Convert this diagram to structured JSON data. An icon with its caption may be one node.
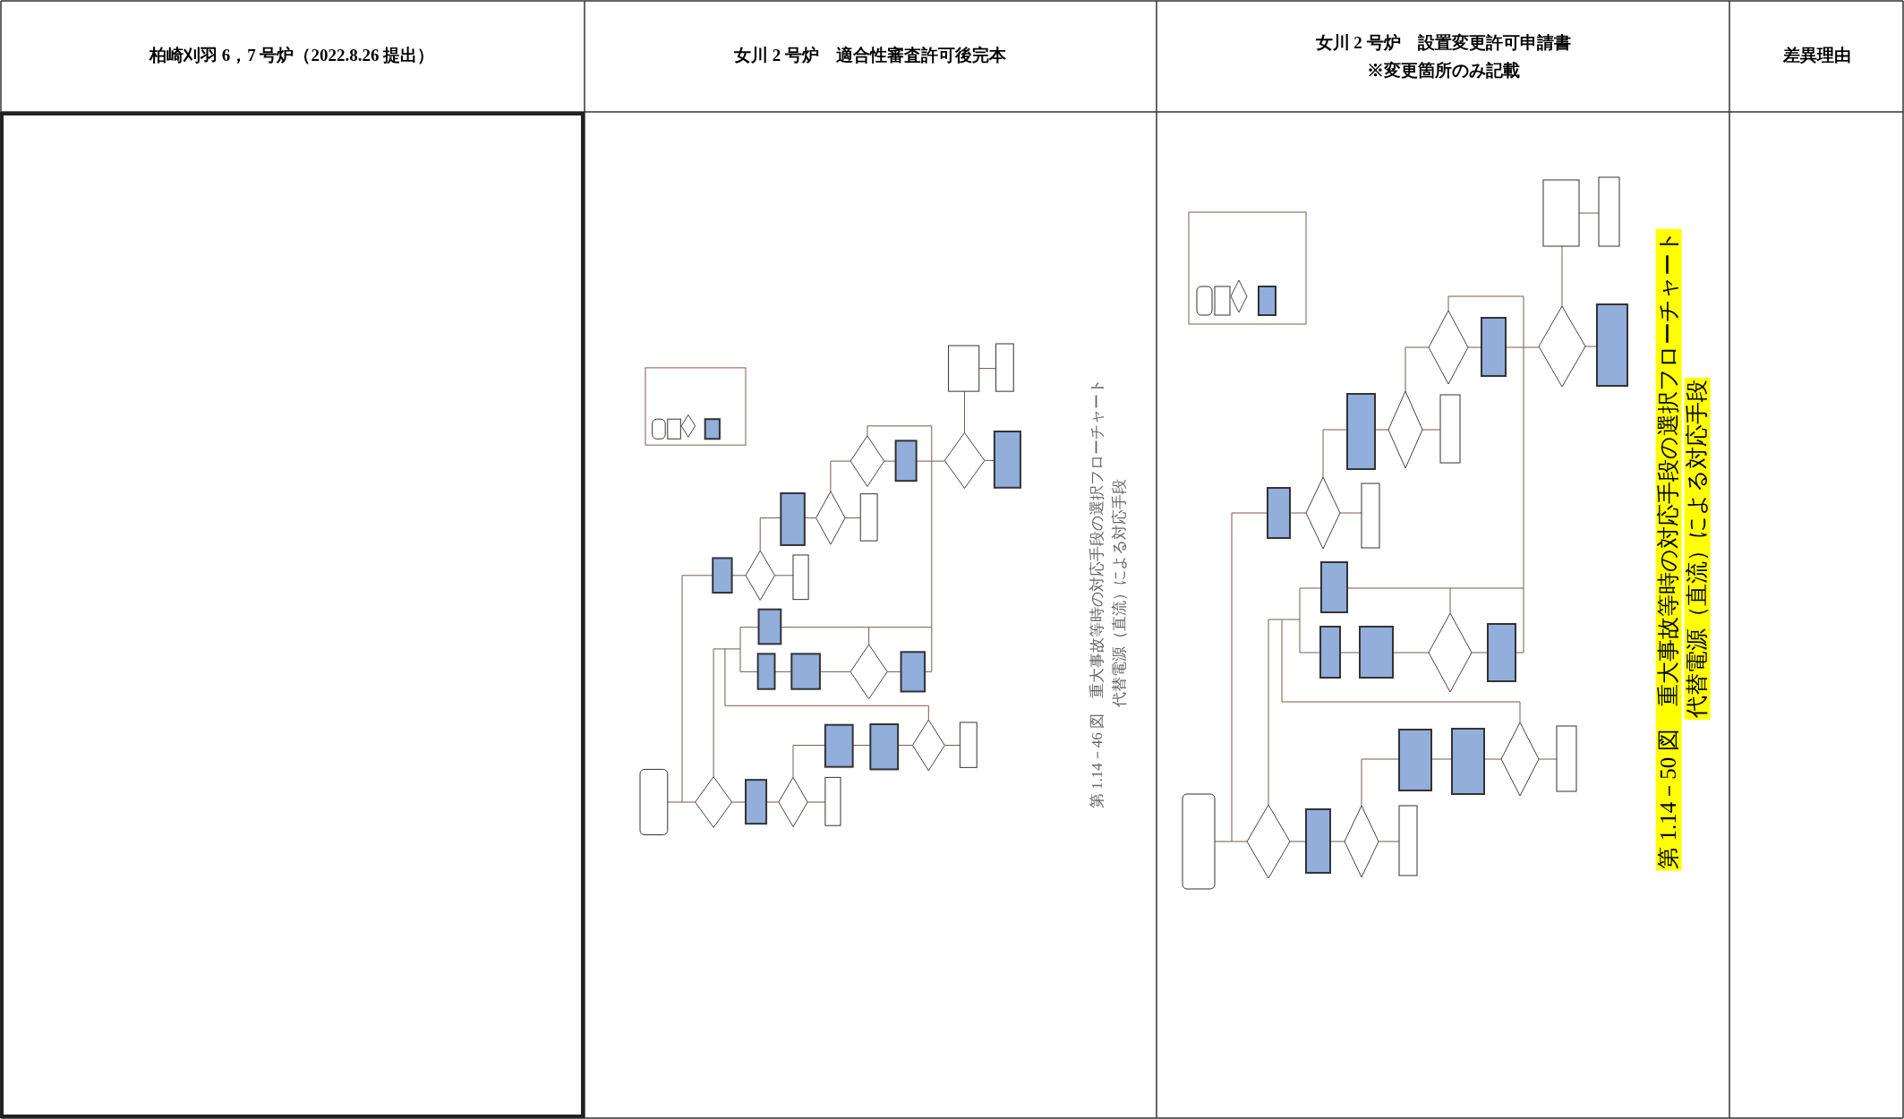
{
  "diagram": {
    "labels": [
      "柏崎刈羽 6，7 号炉（2022.8.26 提出）",
      "女川 2 号炉　適合性審査許可後完本",
      "女川 2 号炉　設置変更許可申請書",
      "※変更箇所のみ記載",
      "差異理由",
      "第 1.14－46 図　重大事故等時の対応手段の選択フローチャート",
      "代替電源（直流）による対応手段",
      "第 1.14－50 図　重大事故等時の対応手段の選択フローチャート",
      "代替電源（直流）による対応手段"
    ]
  }
}
